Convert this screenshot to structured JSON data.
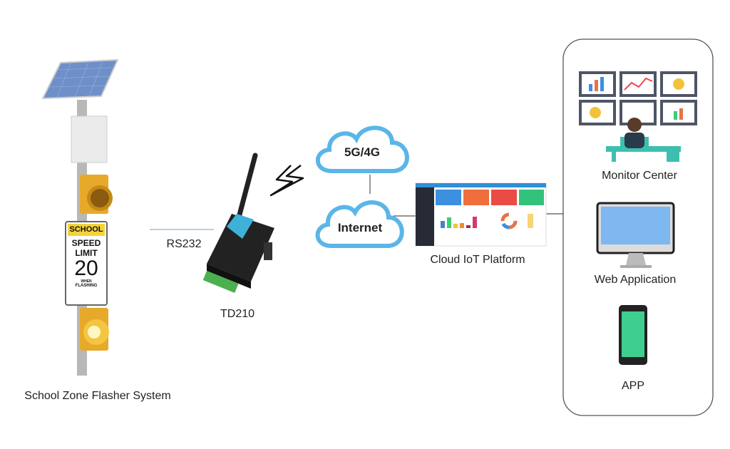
{
  "labels": {
    "school_system": "School Zone Flasher System",
    "rs232": "RS232",
    "td210": "TD210",
    "cloud_5g": "5G/4G",
    "cloud_internet": "Internet",
    "cloud_platform": "Cloud IoT Platform",
    "monitor_center": "Monitor Center",
    "web_app": "Web Application",
    "app": "APP"
  },
  "sign": {
    "school": "SCHOOL",
    "speed": "SPEED",
    "limit": "LIMIT",
    "number": "20",
    "when": "WHEN",
    "flashing": "FLASHING"
  },
  "colors": {
    "cloud": "#5bb5e8",
    "router_accent": "#3fb1d9",
    "signal_amber": "#f2b633",
    "line": "#9fc3d6",
    "app_screen": "#3ecf8e"
  }
}
